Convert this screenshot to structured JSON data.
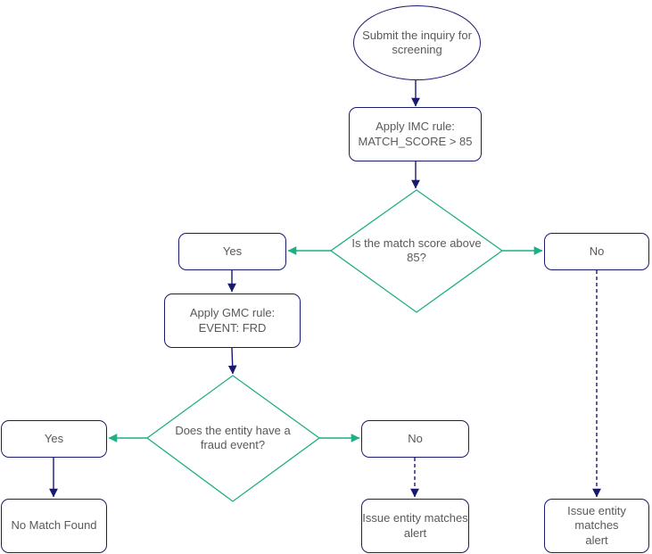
{
  "colors": {
    "navy": "#191970",
    "green": "#1fae85",
    "text": "#595959",
    "background": "#ffffff"
  },
  "nodes": {
    "start": {
      "label": "Submit the inquiry for\nscreening"
    },
    "imc_rule": {
      "label": "Apply IMC rule:\nMATCH_SCORE > 85"
    },
    "decision_match": {
      "label": "Is the match score above\n85?"
    },
    "yes1": {
      "label": "Yes"
    },
    "no1": {
      "label": "No"
    },
    "gmc_rule": {
      "label": "Apply GMC rule:\nEVENT: FRD"
    },
    "decision_fraud": {
      "label": "Does the entity have a\nfraud event?"
    },
    "yes2": {
      "label": "Yes"
    },
    "no2": {
      "label": "No"
    },
    "no_match": {
      "label": "No Match Found"
    },
    "issue_alert_mid": {
      "label": "Issue entity matches\nalert"
    },
    "issue_alert_right": {
      "label": "Issue entity matches\nalert"
    }
  }
}
